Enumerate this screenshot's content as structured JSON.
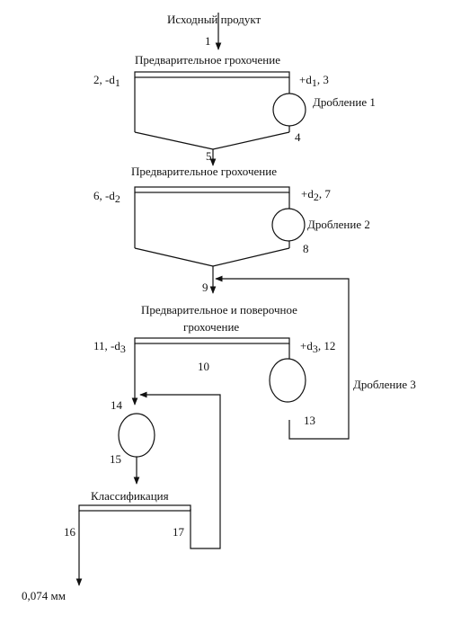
{
  "feed": {
    "label": "Исходный продукт",
    "stream": "1"
  },
  "stage1": {
    "title": "Предварительное грохочение",
    "undersize": "2, -d",
    "undersize_sub": "1",
    "oversize": "+d",
    "oversize_sub": "1",
    "oversize_suffix": ", 3",
    "crusher": "Дробление 1",
    "crusher_out": "4",
    "merge": "5"
  },
  "stage2": {
    "title": "Предварительное грохочение",
    "undersize": "6, -d",
    "undersize_sub": "2",
    "oversize": "+d",
    "oversize_sub": "2",
    "oversize_suffix": ", 7",
    "crusher": "Дробление 2",
    "crusher_out": "8",
    "merge": "9"
  },
  "stage3": {
    "title_line1": "Предварительное и поверочное",
    "title_line2": "грохочение",
    "undersize": "11, -d",
    "undersize_sub": "3",
    "oversize": "+d",
    "oversize_sub": "3",
    "oversize_suffix": ", 12",
    "screen_stream": "10",
    "crusher": "Дробление 3",
    "crusher_out": "13"
  },
  "mill": {
    "in": "14",
    "out": "15"
  },
  "classification": {
    "title": "Классификация",
    "fine": "16",
    "coarse": "17",
    "product": "0,074 мм"
  }
}
